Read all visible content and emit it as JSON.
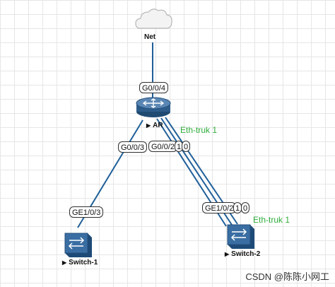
{
  "nodes": {
    "net": {
      "label": "Net",
      "icon": "cloud-icon"
    },
    "ar": {
      "label": "AR",
      "icon": "router-icon"
    },
    "switch1": {
      "label": "Switch-1",
      "icon": "switch-icon"
    },
    "switch2": {
      "label": "Switch-2",
      "icon": "switch-icon"
    }
  },
  "ports": {
    "ar_g004": "G0/0/4",
    "ar_g003": "G0/0/3",
    "ar_g002": "G0/0/2",
    "ar_g001_tail": "1",
    "ar_g000_tail": "0",
    "sw1_ge103": "GE1/0/3",
    "sw2_ge102": "GE1/0/2",
    "sw2_ge101_tail": "1",
    "sw2_ge100_tail": "0"
  },
  "trunks": {
    "ar_side": "Eth-truk 1",
    "sw2_side": "Eth-truk 1"
  },
  "watermark": "CSDN @陈陈小网工",
  "colors": {
    "link": "#1f5f99",
    "trunk_label": "#2fae3a",
    "router_body": "#2e5c8a",
    "switch_body": "#2d5d91"
  }
}
